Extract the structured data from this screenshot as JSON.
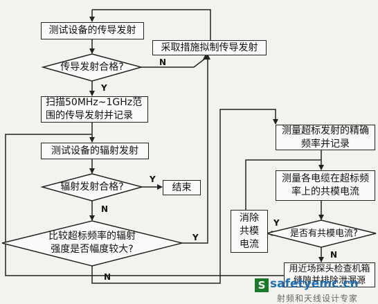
{
  "nodes": {
    "test_conducted": "测试设备的传导发射",
    "conducted_ok": "传导发射合格?",
    "scan_line1": "扫描50MHz~1GHz范",
    "scan_line2": "围的传导发射并记录",
    "test_radiated": "测试设备的辐射发射",
    "radiated_ok": "辐射发射合格?",
    "end": "结束",
    "compare_line1": "比较超标频率的辐射",
    "compare_line2": "强度是否幅度较大?",
    "suppress_conducted": "采取措施拟制传导发射",
    "measure_freq_line1": "测量超标发射的精确",
    "measure_freq_line2": "频率并记录",
    "measure_cable_line1": "测量各电缆在超标频",
    "measure_cable_line2": "率上的共模电流",
    "common_mode_q": "是否有共模电流?",
    "eliminate_line1": "消除",
    "eliminate_line2": "共模",
    "eliminate_line3": "电流",
    "nearfield_line1": "用近场探头检查机箱",
    "nearfield_line2": "缝隙并排除泄漏源"
  },
  "edge_labels": {
    "yes": "Y",
    "no": "N"
  },
  "watermark": {
    "logo": "S",
    "site": "safetyemc.cn",
    "subtitle": "射频和天线设计专家"
  }
}
